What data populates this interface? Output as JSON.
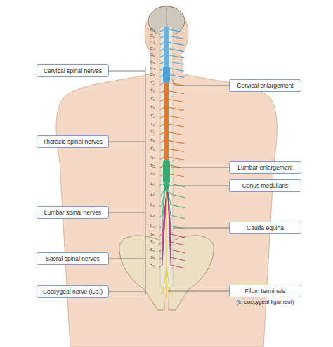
{
  "diagram": {
    "nodes": [
      {
        "text": [
          "Cervical spinal nerves"
        ]
      },
      {
        "text": [
          "Cervical enlargement"
        ]
      },
      {
        "text": [
          "Thoracic spinal nerves"
        ]
      },
      {
        "text": [
          "Lumbar enlargement"
        ]
      },
      {
        "text": [
          "Conus medullaris"
        ]
      },
      {
        "text": [
          "Lumbar spinal nerves"
        ]
      },
      {
        "text": [
          "Cauda equina"
        ]
      },
      {
        "text": [
          "Sacral spinal nerves"
        ]
      },
      {
        "text": [
          "Coccygeal nerve (Co₁)"
        ]
      },
      {
        "text": [
          "Filum terminale",
          "(in coccygeal ligament)"
        ]
      }
    ],
    "labels": [
      "C₁",
      "C₂",
      "C₃",
      "C₄",
      "C₅",
      "C₆",
      "C₇",
      "C₈",
      "T₁",
      "T₂",
      "T₃",
      "T₄",
      "T₅",
      "T₆",
      "T₇",
      "T₈",
      "T₉",
      "T₁₀",
      "T₁₁",
      "T₁₂",
      "L₁",
      "L₂",
      "L₃",
      "L₄",
      "L₅",
      "S₁",
      "S₂",
      "S₃",
      "S₄",
      "S₅"
    ]
  }
}
